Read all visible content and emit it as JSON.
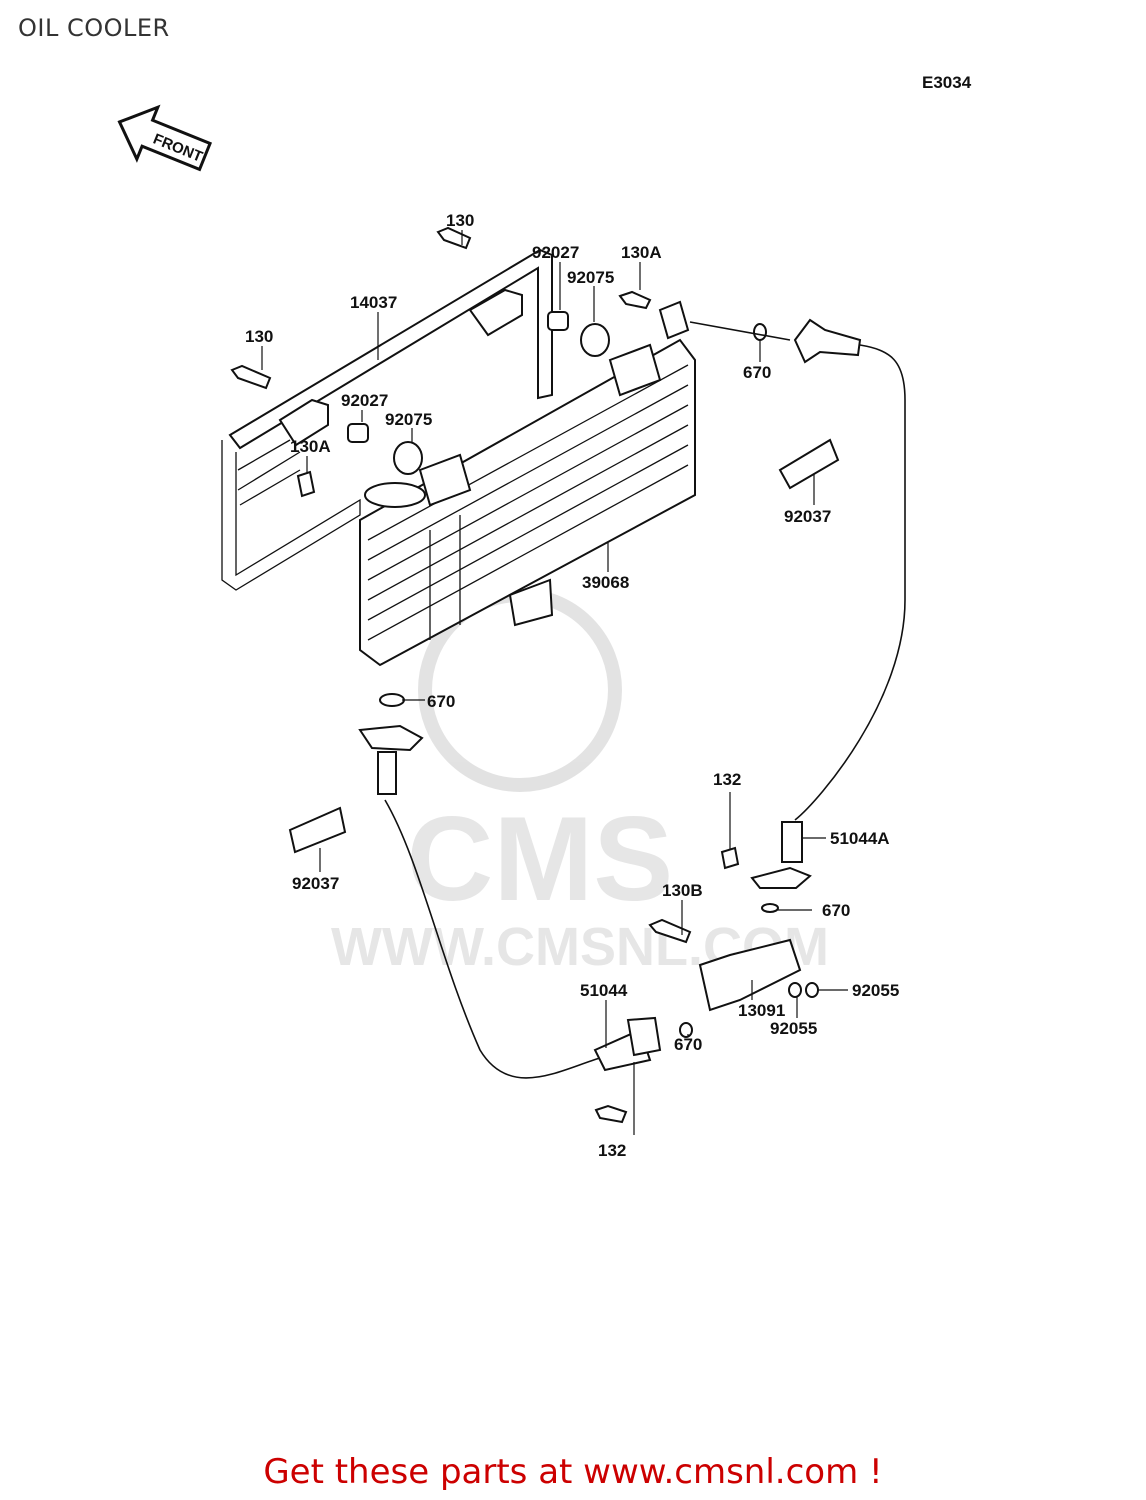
{
  "page": {
    "title": "OIL COOLER",
    "diagram_code": "E3034",
    "front_label": "FRONT"
  },
  "watermark": {
    "brand": "CMS",
    "url": "WWW.CMSNL.COM"
  },
  "footer": {
    "text": "Get these parts at www.cmsnl.com !"
  },
  "parts": {
    "p130_top": "130",
    "p130_left": "130",
    "p14037": "14037",
    "p92027_top": "92027",
    "p92075_top": "92075",
    "p130A_top": "130A",
    "p92027_mid": "92027",
    "p92075_mid": "92075",
    "p130A_left": "130A",
    "p670_top": "670",
    "p92037_right": "92037",
    "p39068": "39068",
    "p670_left": "670",
    "p92037_left": "92037",
    "p132_top": "132",
    "p51044A": "51044A",
    "p670_right": "670",
    "p130B": "130B",
    "p92055_right": "92055",
    "p51044": "51044",
    "p13091": "13091",
    "p92055_low": "92055",
    "p670_low": "670",
    "p132_bottom": "132"
  }
}
